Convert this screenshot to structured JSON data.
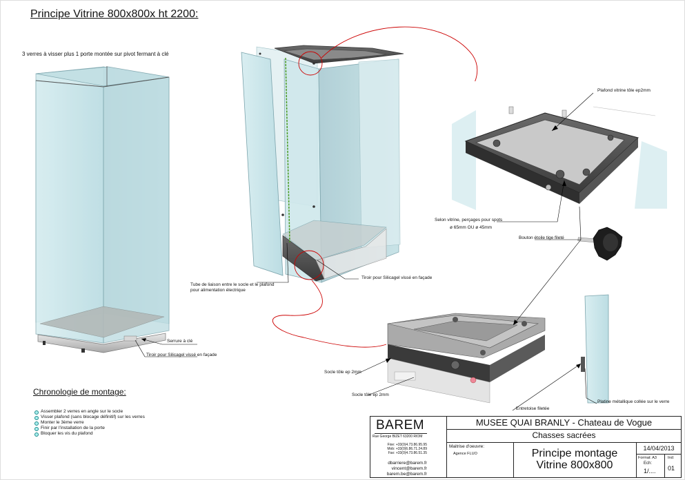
{
  "title": "Principe Vitrine 800x800x ht 2200:",
  "subtitle": "3 verres à visser plus 1 porte montée sur pivot fermant à clé",
  "annotations": {
    "serrure": "Serrure à clé",
    "tiroir_left": "Tiroir pour Silicagel vissé en façade",
    "tube_line1": "Tube de liaison entre le socle et le plafond",
    "tube_line2": "pour alimentation électrique",
    "tiroir_center": "Tiroir pour Silicagel vissé en façade",
    "plafond": "Plafond vitrine tôle ep2mm",
    "percages_line1": "Selon vitrine, perçages pour spots",
    "percages_line2": "ø 65mm  OU  ø 45mm",
    "bouton": "Bouton étoile tige fileté",
    "socle1": "Socle tôle ep 2mm",
    "socle2": "Socle tôle ep 2mm",
    "entretoise": "Entretoise filetée",
    "platine": "Platine métallique collée sur le verre"
  },
  "chronology": {
    "title": "Chronologie de montage:",
    "steps": [
      "Assembler 2 verres en angle sur le socle",
      "Visser plafond (sans blocage définitif) sur les verres",
      "Monter le 3ème verre",
      "Finir par l'installation de la porte",
      "Bloquer les vis du plafond"
    ]
  },
  "title_block": {
    "company": "BAREM",
    "address": "Rue George BIZET    63200 RIOM",
    "contact": [
      "Fixe: +33(0)4.73.86.95.95",
      "Mob: +33(0)6.86.71.24.89",
      "Fax: +33(0)4.73.86.51.35"
    ],
    "emails": [
      "dbarriere@barem.fr",
      "vincent@barem.fr",
      "barem.be@barem.fr"
    ],
    "project": "MUSEE QUAI BRANLY - Chateau de Vogue",
    "subject": "Chasses sacrées",
    "moe_label": "Maitrise d'oeuvre:",
    "moe_value": "Agence FLUO",
    "drawing_title_line1": "Principe montage",
    "drawing_title_line2": "Vitrine 800x800",
    "date": "14/04/2013",
    "format_label": "Format:",
    "format_value": "A3",
    "scale_label": "Ech:",
    "scale_value": "1/....",
    "index_label": "Ind:",
    "index_value": "01"
  },
  "colors": {
    "glass": "#cfe8ec",
    "glass_edge": "#8fb4bb",
    "frame_dark": "#4a4a4a",
    "callout_red": "#cc0000"
  }
}
